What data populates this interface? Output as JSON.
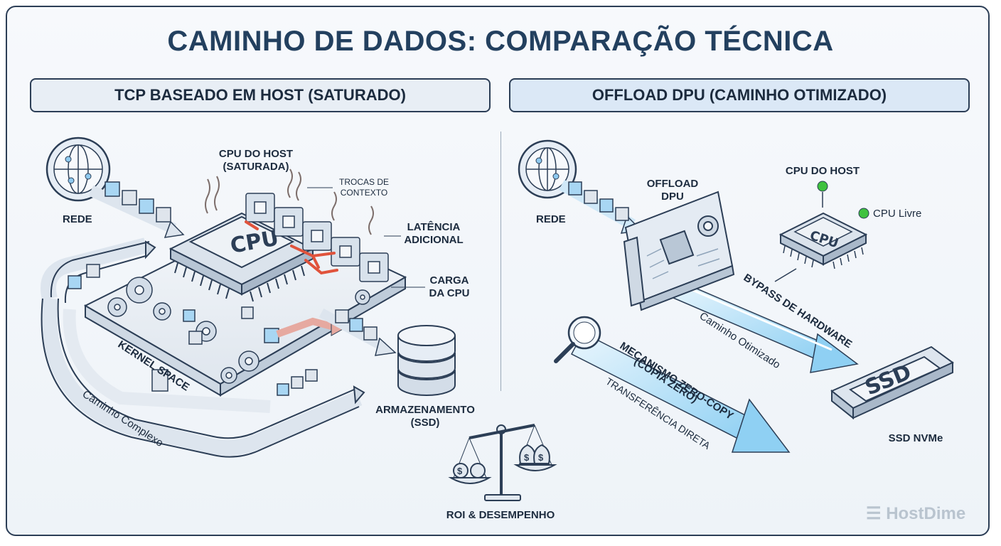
{
  "title": "CAMINHO DE DADOS: COMPARAÇÃO TÉCNICA",
  "left": {
    "header": "TCP BASEADO EM HOST (SATURADO)",
    "network": "REDE",
    "cpu_title_1": "CPU DO HOST",
    "cpu_title_2": "(SATURADA)",
    "cpu_chip": "CPU",
    "context_1": "TROCAS DE",
    "context_2": "CONTEXTO",
    "latency_1": "LATÊNCIA",
    "latency_2": "ADICIONAL",
    "load_1": "CARGA",
    "load_2": "DA CPU",
    "kernel": "KERNEL SPACE",
    "storage_1": "ARMAZENAMENTO",
    "storage_2": "(SSD)",
    "path": "Caminho Complexo"
  },
  "right": {
    "header": "OFFLOAD DPU (CAMINHO OTIMIZADO)",
    "network": "REDE",
    "dpu_1": "OFFLOAD",
    "dpu_2": "DPU",
    "cpu_title": "CPU DO HOST",
    "cpu_chip": "CPU",
    "cpu_free": "CPU Livre",
    "bypass": "BYPASS DE HARDWARE",
    "optimized": "Caminho Otimizado",
    "zero_copy_1": "MECANISMO ZERO-COPY",
    "zero_copy_2": "(CÓPIA ZERO)",
    "direct": "TRANSFERÊNCIA DIRETA",
    "ssd_chip": "SSD",
    "ssd": "SSD NVMe"
  },
  "center": {
    "roi": "ROI & DESEMPENHO"
  },
  "logo": "HostDime",
  "colors": {
    "outline": "#2c3e56",
    "accent_blue": "#8ec9ef",
    "heat_red": "#e0533c",
    "free_green": "#3fc23f"
  }
}
